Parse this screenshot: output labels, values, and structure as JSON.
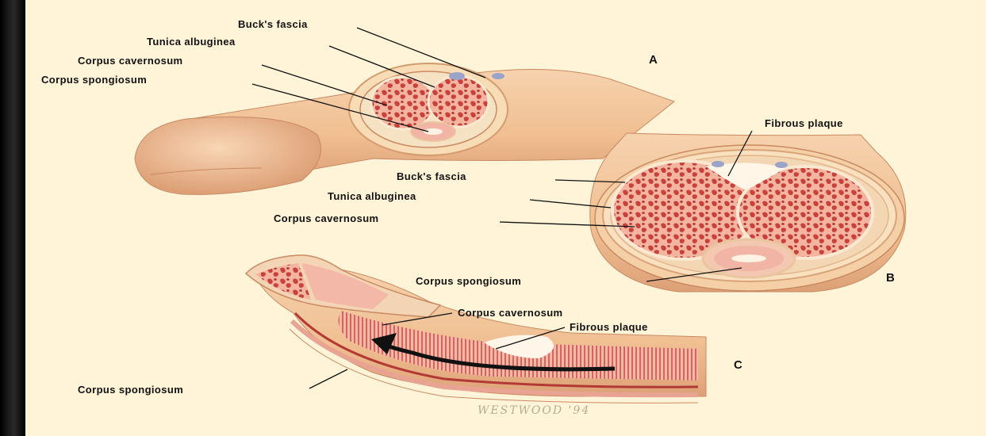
{
  "figure": {
    "panel_a": {
      "letter": "A",
      "labels": {
        "bucks_fascia": "Buck's fascia",
        "tunica_albuginea": "Tunica albuginea",
        "corpus_cavernosum": "Corpus cavernosum",
        "corpus_spongiosum": "Corpus spongiosum"
      }
    },
    "panel_b": {
      "letter": "B",
      "labels": {
        "fibrous_plaque": "Fibrous plaque",
        "bucks_fascia": "Buck's fascia",
        "tunica_albuginea": "Tunica albuginea",
        "corpus_cavernosum": "Corpus cavernosum",
        "corpus_spongiosum": "Corpus spongiosum"
      }
    },
    "panel_c": {
      "letter": "C",
      "labels": {
        "corpus_cavernosum": "Corpus cavernosum",
        "fibrous_plaque": "Fibrous plaque",
        "corpus_spongiosum": "Corpus spongiosum"
      }
    },
    "signature": "WESTWOOD '94"
  },
  "colors": {
    "background": "#fff4d8",
    "skin": "#f2c49a",
    "skin_dark": "#d99a6e",
    "tissue": "#d9534a",
    "tissue_light": "#f4b3a2",
    "fascia": "#f7dcb6"
  }
}
